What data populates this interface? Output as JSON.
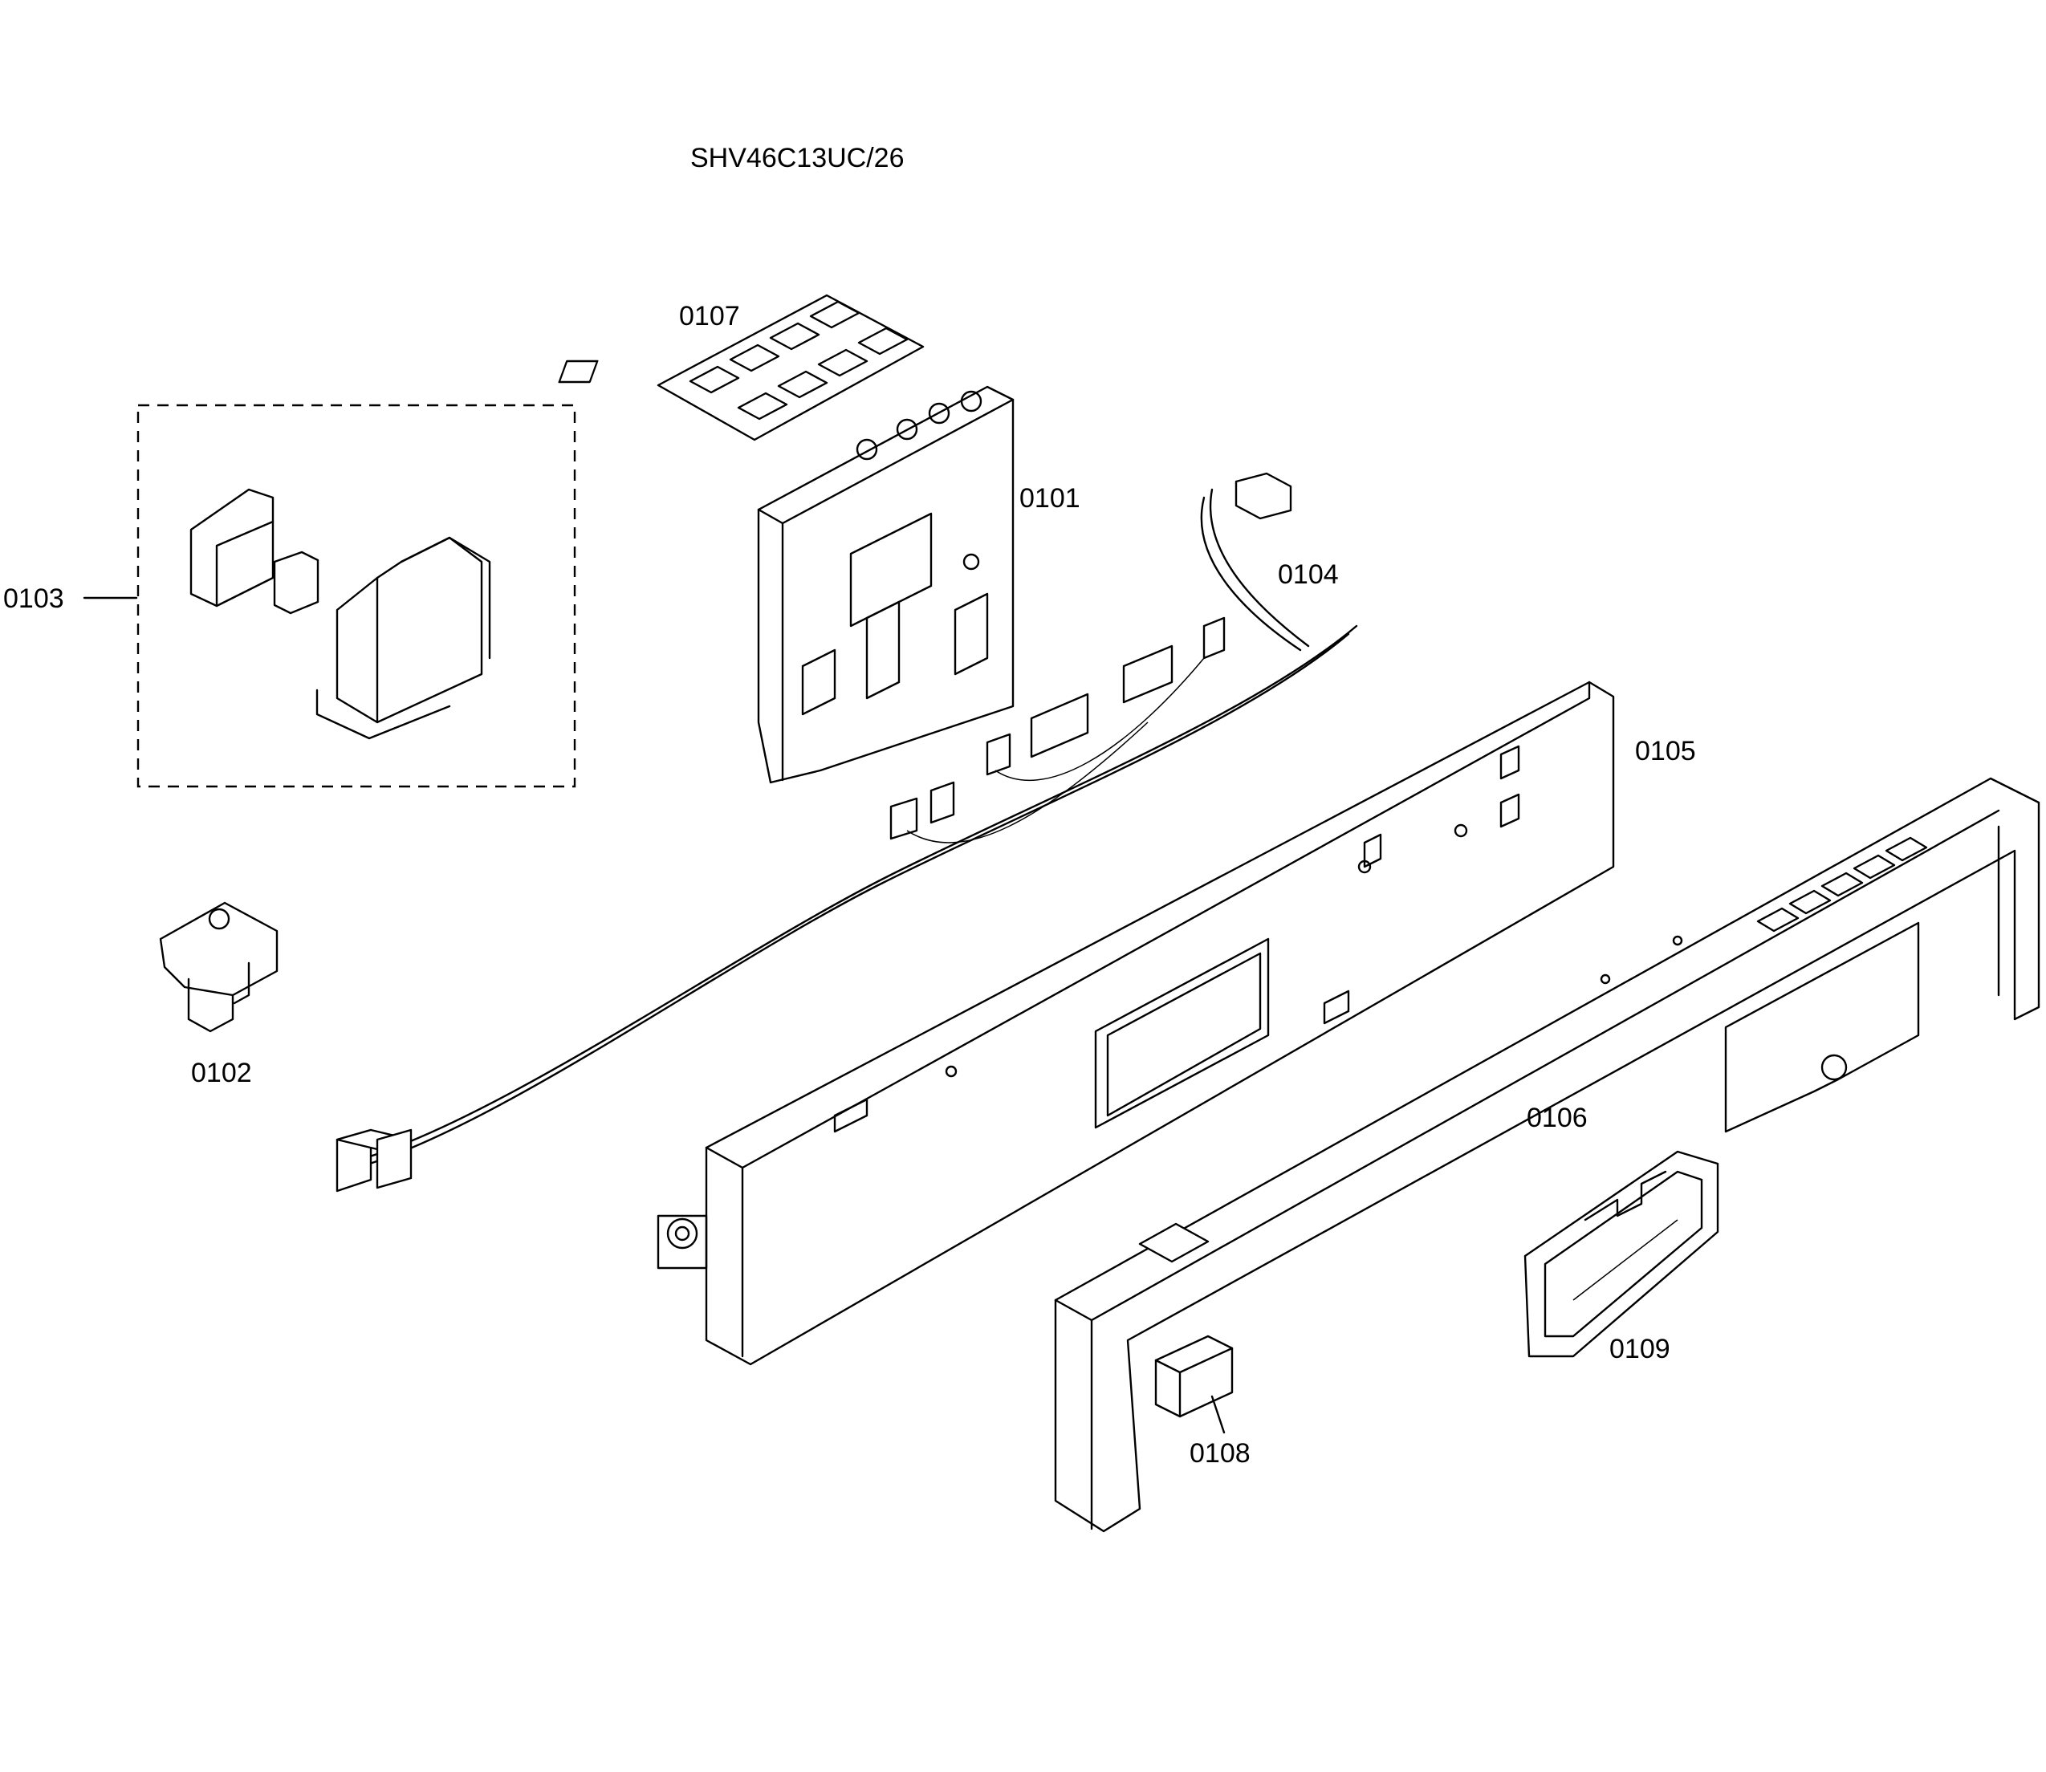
{
  "title": "SHV46C13UC/26",
  "parts": [
    {
      "id": "0101"
    },
    {
      "id": "0102"
    },
    {
      "id": "0103"
    },
    {
      "id": "0104"
    },
    {
      "id": "0105"
    },
    {
      "id": "0106"
    },
    {
      "id": "0107"
    },
    {
      "id": "0108"
    },
    {
      "id": "0109"
    }
  ]
}
